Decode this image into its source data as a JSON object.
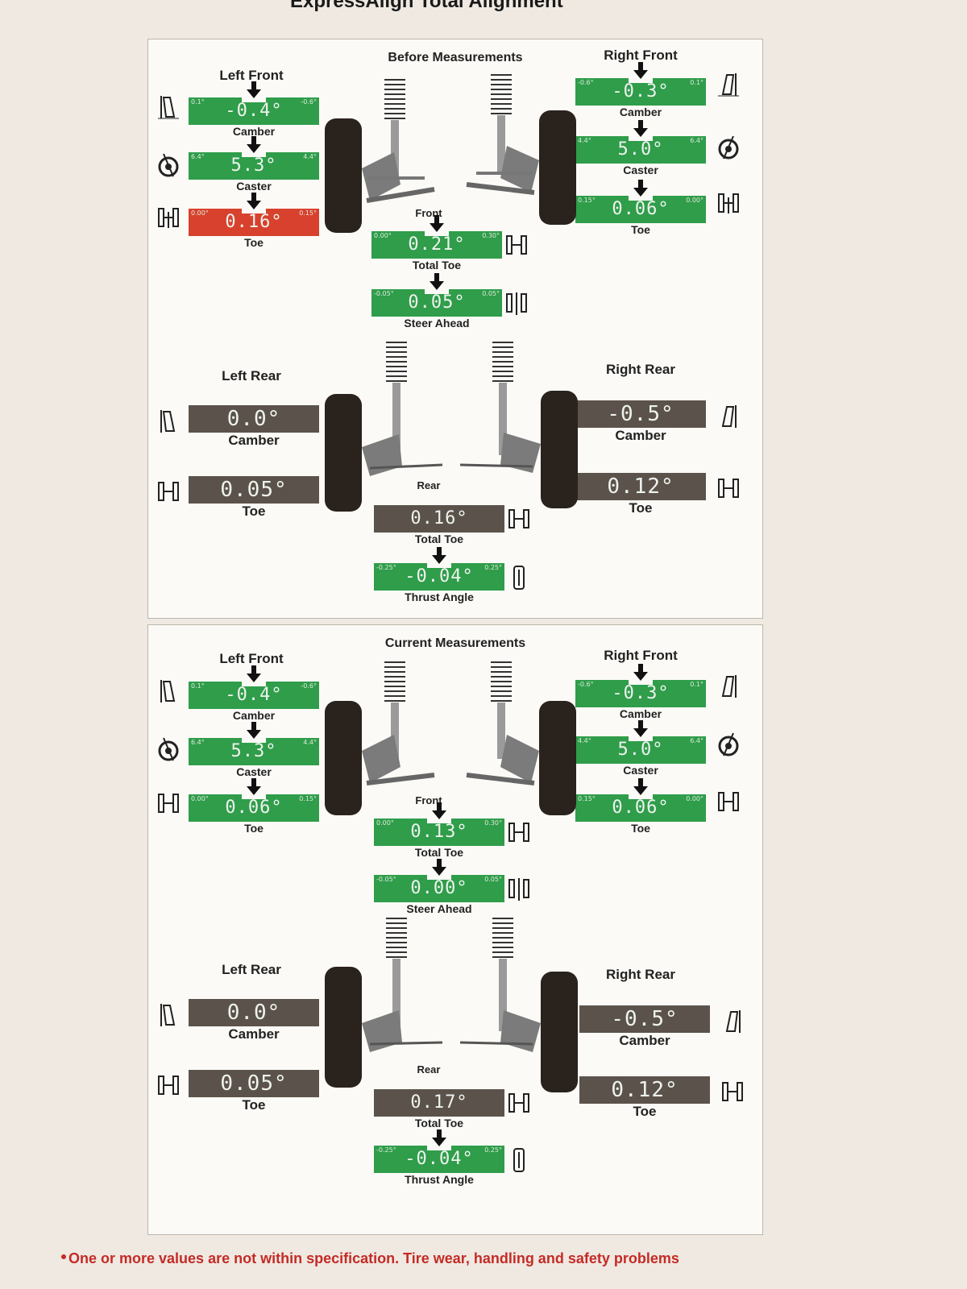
{
  "document": {
    "title": "ExpressAlign Total Alignment",
    "note": "One or more values are not within specification. Tire wear, handling and safety problems"
  },
  "before": {
    "title": "Before Measurements",
    "left_front": {
      "label": "Left Front",
      "camber": {
        "value": "-0.4°",
        "label": "Camber",
        "min": "0.1°",
        "max": "-0.6°",
        "status": "green"
      },
      "caster": {
        "value": "5.3°",
        "label": "Caster",
        "min": "6.4°",
        "max": "4.4°",
        "status": "green"
      },
      "toe": {
        "value": "0.16°",
        "label": "Toe",
        "min": "0.00°",
        "max": "0.15°",
        "status": "red"
      }
    },
    "right_front": {
      "label": "Right Front",
      "camber": {
        "value": "-0.3°",
        "label": "Camber",
        "min": "-0.6°",
        "max": "0.1°",
        "status": "green"
      },
      "caster": {
        "value": "5.0°",
        "label": "Caster",
        "min": "4.4°",
        "max": "6.4°",
        "status": "green"
      },
      "toe": {
        "value": "0.06°",
        "label": "Toe",
        "min": "0.15°",
        "max": "0.00°",
        "status": "green"
      }
    },
    "front": {
      "label": "Front",
      "total_toe": {
        "value": "0.21°",
        "label": "Total Toe",
        "min": "0.00°",
        "max": "0.30°",
        "status": "green"
      },
      "steer_ahead": {
        "value": "0.05°",
        "label": "Steer Ahead",
        "min": "-0.05°",
        "max": "0.05°",
        "status": "green"
      }
    },
    "left_rear": {
      "label": "Left Rear",
      "camber": {
        "value": "0.0°",
        "label": "Camber",
        "status": "gray"
      },
      "toe": {
        "value": "0.05°",
        "label": "Toe",
        "status": "gray"
      }
    },
    "right_rear": {
      "label": "Right Rear",
      "camber": {
        "value": "-0.5°",
        "label": "Camber",
        "status": "gray"
      },
      "toe": {
        "value": "0.12°",
        "label": "Toe",
        "status": "gray"
      }
    },
    "rear": {
      "label": "Rear",
      "total_toe": {
        "value": "0.16°",
        "label": "Total Toe",
        "status": "gray"
      },
      "thrust_angle": {
        "value": "-0.04°",
        "label": "Thrust Angle",
        "min": "-0.25°",
        "max": "0.25°",
        "status": "green"
      }
    }
  },
  "current": {
    "title": "Current Measurements",
    "left_front": {
      "label": "Left Front",
      "camber": {
        "value": "-0.4°",
        "label": "Camber",
        "min": "0.1°",
        "max": "-0.6°",
        "status": "green"
      },
      "caster": {
        "value": "5.3°",
        "label": "Caster",
        "min": "6.4°",
        "max": "4.4°",
        "status": "green"
      },
      "toe": {
        "value": "0.06°",
        "label": "Toe",
        "min": "0.00°",
        "max": "0.15°",
        "status": "green"
      }
    },
    "right_front": {
      "label": "Right Front",
      "camber": {
        "value": "-0.3°",
        "label": "Camber",
        "min": "-0.6°",
        "max": "0.1°",
        "status": "green"
      },
      "caster": {
        "value": "5.0°",
        "label": "Caster",
        "min": "4.4°",
        "max": "6.4°",
        "status": "green"
      },
      "toe": {
        "value": "0.06°",
        "label": "Toe",
        "min": "0.15°",
        "max": "0.00°",
        "status": "green"
      }
    },
    "front": {
      "label": "Front",
      "total_toe": {
        "value": "0.13°",
        "label": "Total Toe",
        "min": "0.00°",
        "max": "0.30°",
        "status": "green"
      },
      "steer_ahead": {
        "value": "0.00°",
        "label": "Steer Ahead",
        "min": "-0.05°",
        "max": "0.05°",
        "status": "green"
      }
    },
    "left_rear": {
      "label": "Left Rear",
      "camber": {
        "value": "0.0°",
        "label": "Camber",
        "status": "gray"
      },
      "toe": {
        "value": "0.05°",
        "label": "Toe",
        "status": "gray"
      }
    },
    "right_rear": {
      "label": "Right Rear",
      "camber": {
        "value": "-0.5°",
        "label": "Camber",
        "status": "gray"
      },
      "toe": {
        "value": "0.12°",
        "label": "Toe",
        "status": "gray"
      }
    },
    "rear": {
      "label": "Rear",
      "total_toe": {
        "value": "0.17°",
        "label": "Total Toe",
        "status": "gray"
      },
      "thrust_angle": {
        "value": "-0.04°",
        "label": "Thrust Angle",
        "min": "-0.25°",
        "max": "0.25°",
        "status": "green"
      }
    }
  },
  "colors": {
    "in_spec": "#2f9d4a",
    "out_of_spec": "#d8412d",
    "no_spec": "#5b534b",
    "note": "#c42b25"
  }
}
